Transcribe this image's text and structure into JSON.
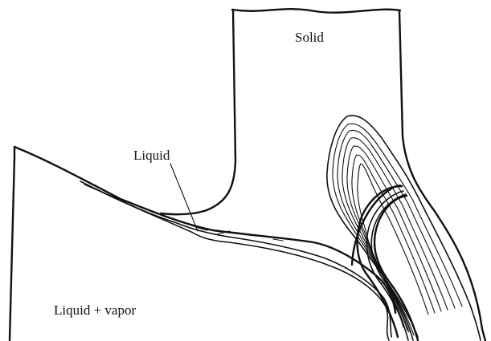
{
  "labels": {
    "solid": "Solid",
    "liquid": "Liquid",
    "liquid_vapor": "Liquid + vapor"
  },
  "colors": {
    "ink": "#111111",
    "background": "#ffffff"
  }
}
